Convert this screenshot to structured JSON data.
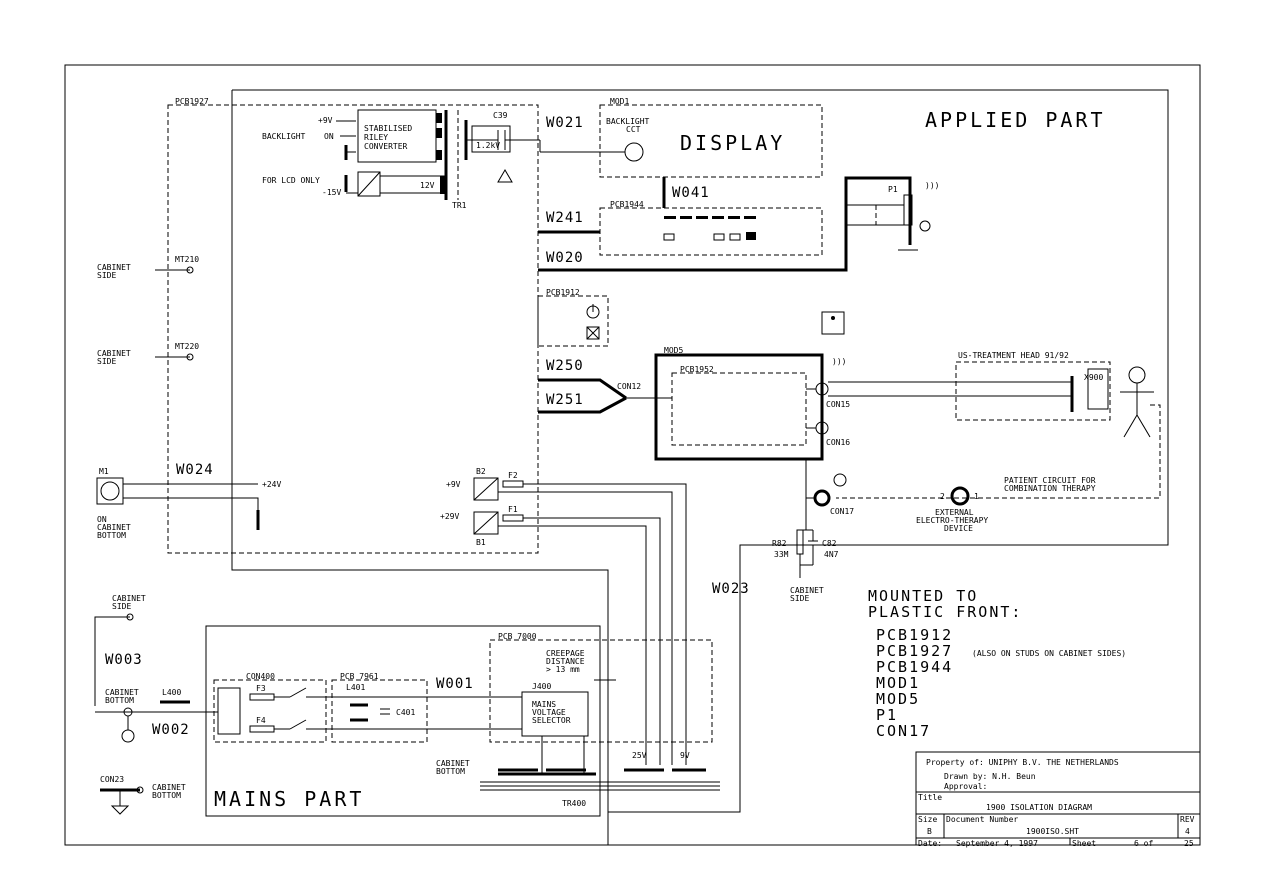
{
  "parts": {
    "applied": "APPLIED PART",
    "mains": "MAINS PART"
  },
  "boards": {
    "pcb1927": "PCB1927",
    "mod1": "MOD1",
    "pcb1944": "PCB1944",
    "pcb1912": "PCB1912",
    "mod5": "MOD5",
    "pcb1952": "PCB1952",
    "us_head": "US-TREATMENT HEAD  91/92",
    "pcb7000": "PCB 7000",
    "pcb7961": "PCB 7961",
    "con400": "CON400"
  },
  "wires": {
    "w021": "W021",
    "w041": "W041",
    "w241": "W241",
    "w020": "W020",
    "w250": "W250",
    "w251": "W251",
    "w024": "W024",
    "w023": "W023",
    "w003": "W003",
    "w002": "W002",
    "w001": "W001"
  },
  "labels": {
    "display": "DISPLAY",
    "backlight_cct": "BACKLIGHT",
    "cct": "CCT",
    "c39": "C39",
    "kv": "1.2kV",
    "p9v": "+9V",
    "backlight": "BACKLIGHT",
    "on": "ON",
    "conv1": "STABILISED",
    "conv2": "RILEY",
    "conv3": "CONVERTER",
    "lcd": "FOR LCD ONLY",
    "m15v": "-15V",
    "v12": "12V",
    "tr1": "TR1",
    "cab_side": "CABINET",
    "side": "SIDE",
    "mt210": "MT210",
    "mt220": "MT220",
    "m1": "M1",
    "on_cab1": "ON",
    "on_cab2": "CABINET",
    "on_cab3": "BOTTOM",
    "p24v": "+24V",
    "p1": "P1",
    "con12": "CON12",
    "con15": "CON15",
    "con16": "CON16",
    "con17": "CON17",
    "x900": "X900",
    "b2": "B2",
    "b1": "B1",
    "f1": "F1",
    "f2": "F2",
    "f3": "F3",
    "f4": "F4",
    "b2v": "+9V",
    "b1v": "+29V",
    "patient1": "PATIENT CIRCUIT FOR",
    "patient2": "COMBINATION THERAPY",
    "ext1": "EXTERNAL",
    "ext2": "ELECTRO-THERAPY",
    "ext3": "DEVICE",
    "n2": "2",
    "n1": "1",
    "r82": "R82",
    "r82v": "33M",
    "c82": "C82",
    "c82v": "4N7",
    "cabside1": "CABINET",
    "cabside2": "SIDE",
    "creep1": "CREEPAGE",
    "creep2": "DISTANCE",
    "creep3": "> 13 mm",
    "j400": "J400",
    "mains1": "MAINS",
    "mains2": "VOLTAGE",
    "mains3": "SELECTOR",
    "v25": "25V",
    "v9": "9V",
    "tr400": "TR400",
    "l400": "L400",
    "l401": "L401",
    "c401": "C401",
    "cabbot1": "CABINET",
    "cabbot2": "BOTTOM",
    "cabbot3": "CABINET",
    "cabbot4": "BOTTOM",
    "con23": "CON23",
    "cabbot5": "CABINET",
    "cabbot6": "BOTTOM",
    "cabside3": "CABINET",
    "cabside4": "SIDE"
  },
  "mounted": {
    "title1": "MOUNTED TO",
    "title2": "PLASTIC FRONT:",
    "items": [
      "PCB1912",
      "PCB1927",
      "PCB1944",
      "MOD1",
      "MOD5",
      "P1",
      "CON17"
    ],
    "note": "(ALSO ON STUDS ON CABINET SIDES)"
  },
  "title_block": {
    "property": "Property of: UNIPHY B.V.  THE NETHERLANDS",
    "drawn": "Drawn by: N.H. Beun",
    "approval": "Approval:",
    "title_label": "Title",
    "title": "1900 ISOLATION DIAGRAM",
    "size_label": "Size",
    "size": "B",
    "docnum_label": "Document Number",
    "docnum": "1900ISO.SHT",
    "rev_label": "REV",
    "rev": "4",
    "date_label": "Date:",
    "date": "September  4, 1997",
    "sheet_label": "Sheet",
    "sheet": "6 of",
    "sheet_total": "25"
  }
}
